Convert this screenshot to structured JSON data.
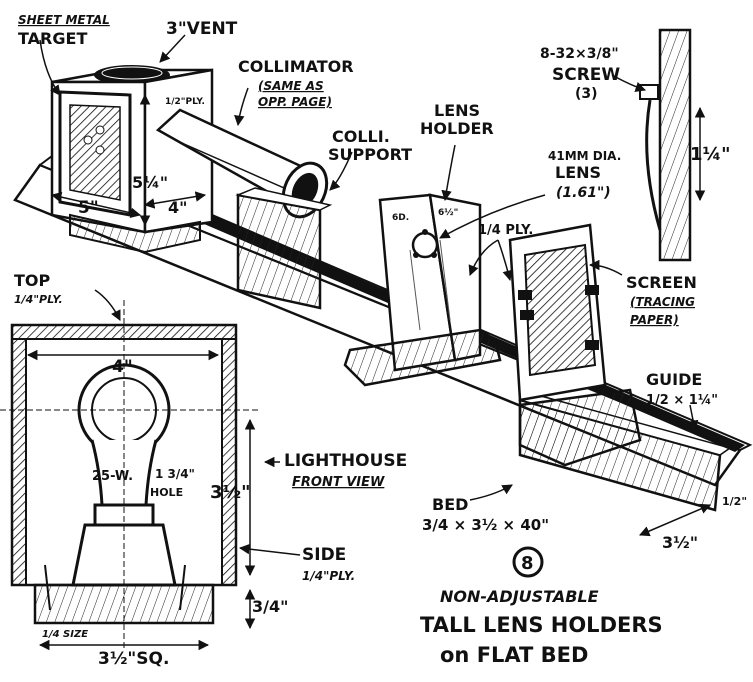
{
  "labels": {
    "target_line1": "SHEET METAL",
    "target_line2": "TARGET",
    "vent": "3\"VENT",
    "ply_half": "1/2\"PLY.",
    "height_5_1_4": "5¼\"",
    "width_5": "5\"",
    "width_4": "4\"",
    "collimator": "COLLIMATOR",
    "collimator_note1": "(SAME AS",
    "collimator_note2": "OPP. PAGE)",
    "colli_support1": "COLLI.",
    "colli_support2": "SUPPORT",
    "lens_holder1": "LENS",
    "lens_holder2": "HOLDER",
    "holder_6d": "6D.",
    "holder_6half": "6½\"",
    "screw1": "8-32×3/8\"",
    "screw2": "SCREW",
    "screw3": "(3)",
    "dim_1_1_4": "1¼\"",
    "lens1": "41MM DIA.",
    "lens2": "LENS",
    "lens3": "(1.61\")",
    "ply_quarter": "1/4 PLY.",
    "screen1": "SCREEN",
    "screen2": "(TRACING",
    "screen3": "PAPER)",
    "top1": "TOP",
    "top2": "1/4\"PLY.",
    "front_width": "4\"",
    "bulb_watt": "25-W.",
    "hole1": "1 3/4\"",
    "hole2": "HOLE",
    "lighthouse1": "LIGHTHOUSE",
    "lighthouse2": "FRONT VIEW",
    "dim_3_1_2": "3½\"",
    "side1": "SIDE",
    "side2": "1/4\"PLY.",
    "dim_3_4": "3/4\"",
    "quarter_size": "1/4 SIZE",
    "base_width": "3½\"SQ.",
    "guide1": "GUIDE",
    "guide2": "1/2 × 1¼\"",
    "bed1": "BED",
    "bed2": "3/4 × 3½ × 40\"",
    "bed_end_w": "3½\"",
    "bed_end_t": "1/2\"",
    "fig_number": "8",
    "title1": "NON-ADJUSTABLE",
    "title2": "TALL LENS HOLDERS",
    "title3": "on FLAT BED"
  },
  "colors": {
    "ink": "#111111",
    "paper": "#ffffff"
  }
}
